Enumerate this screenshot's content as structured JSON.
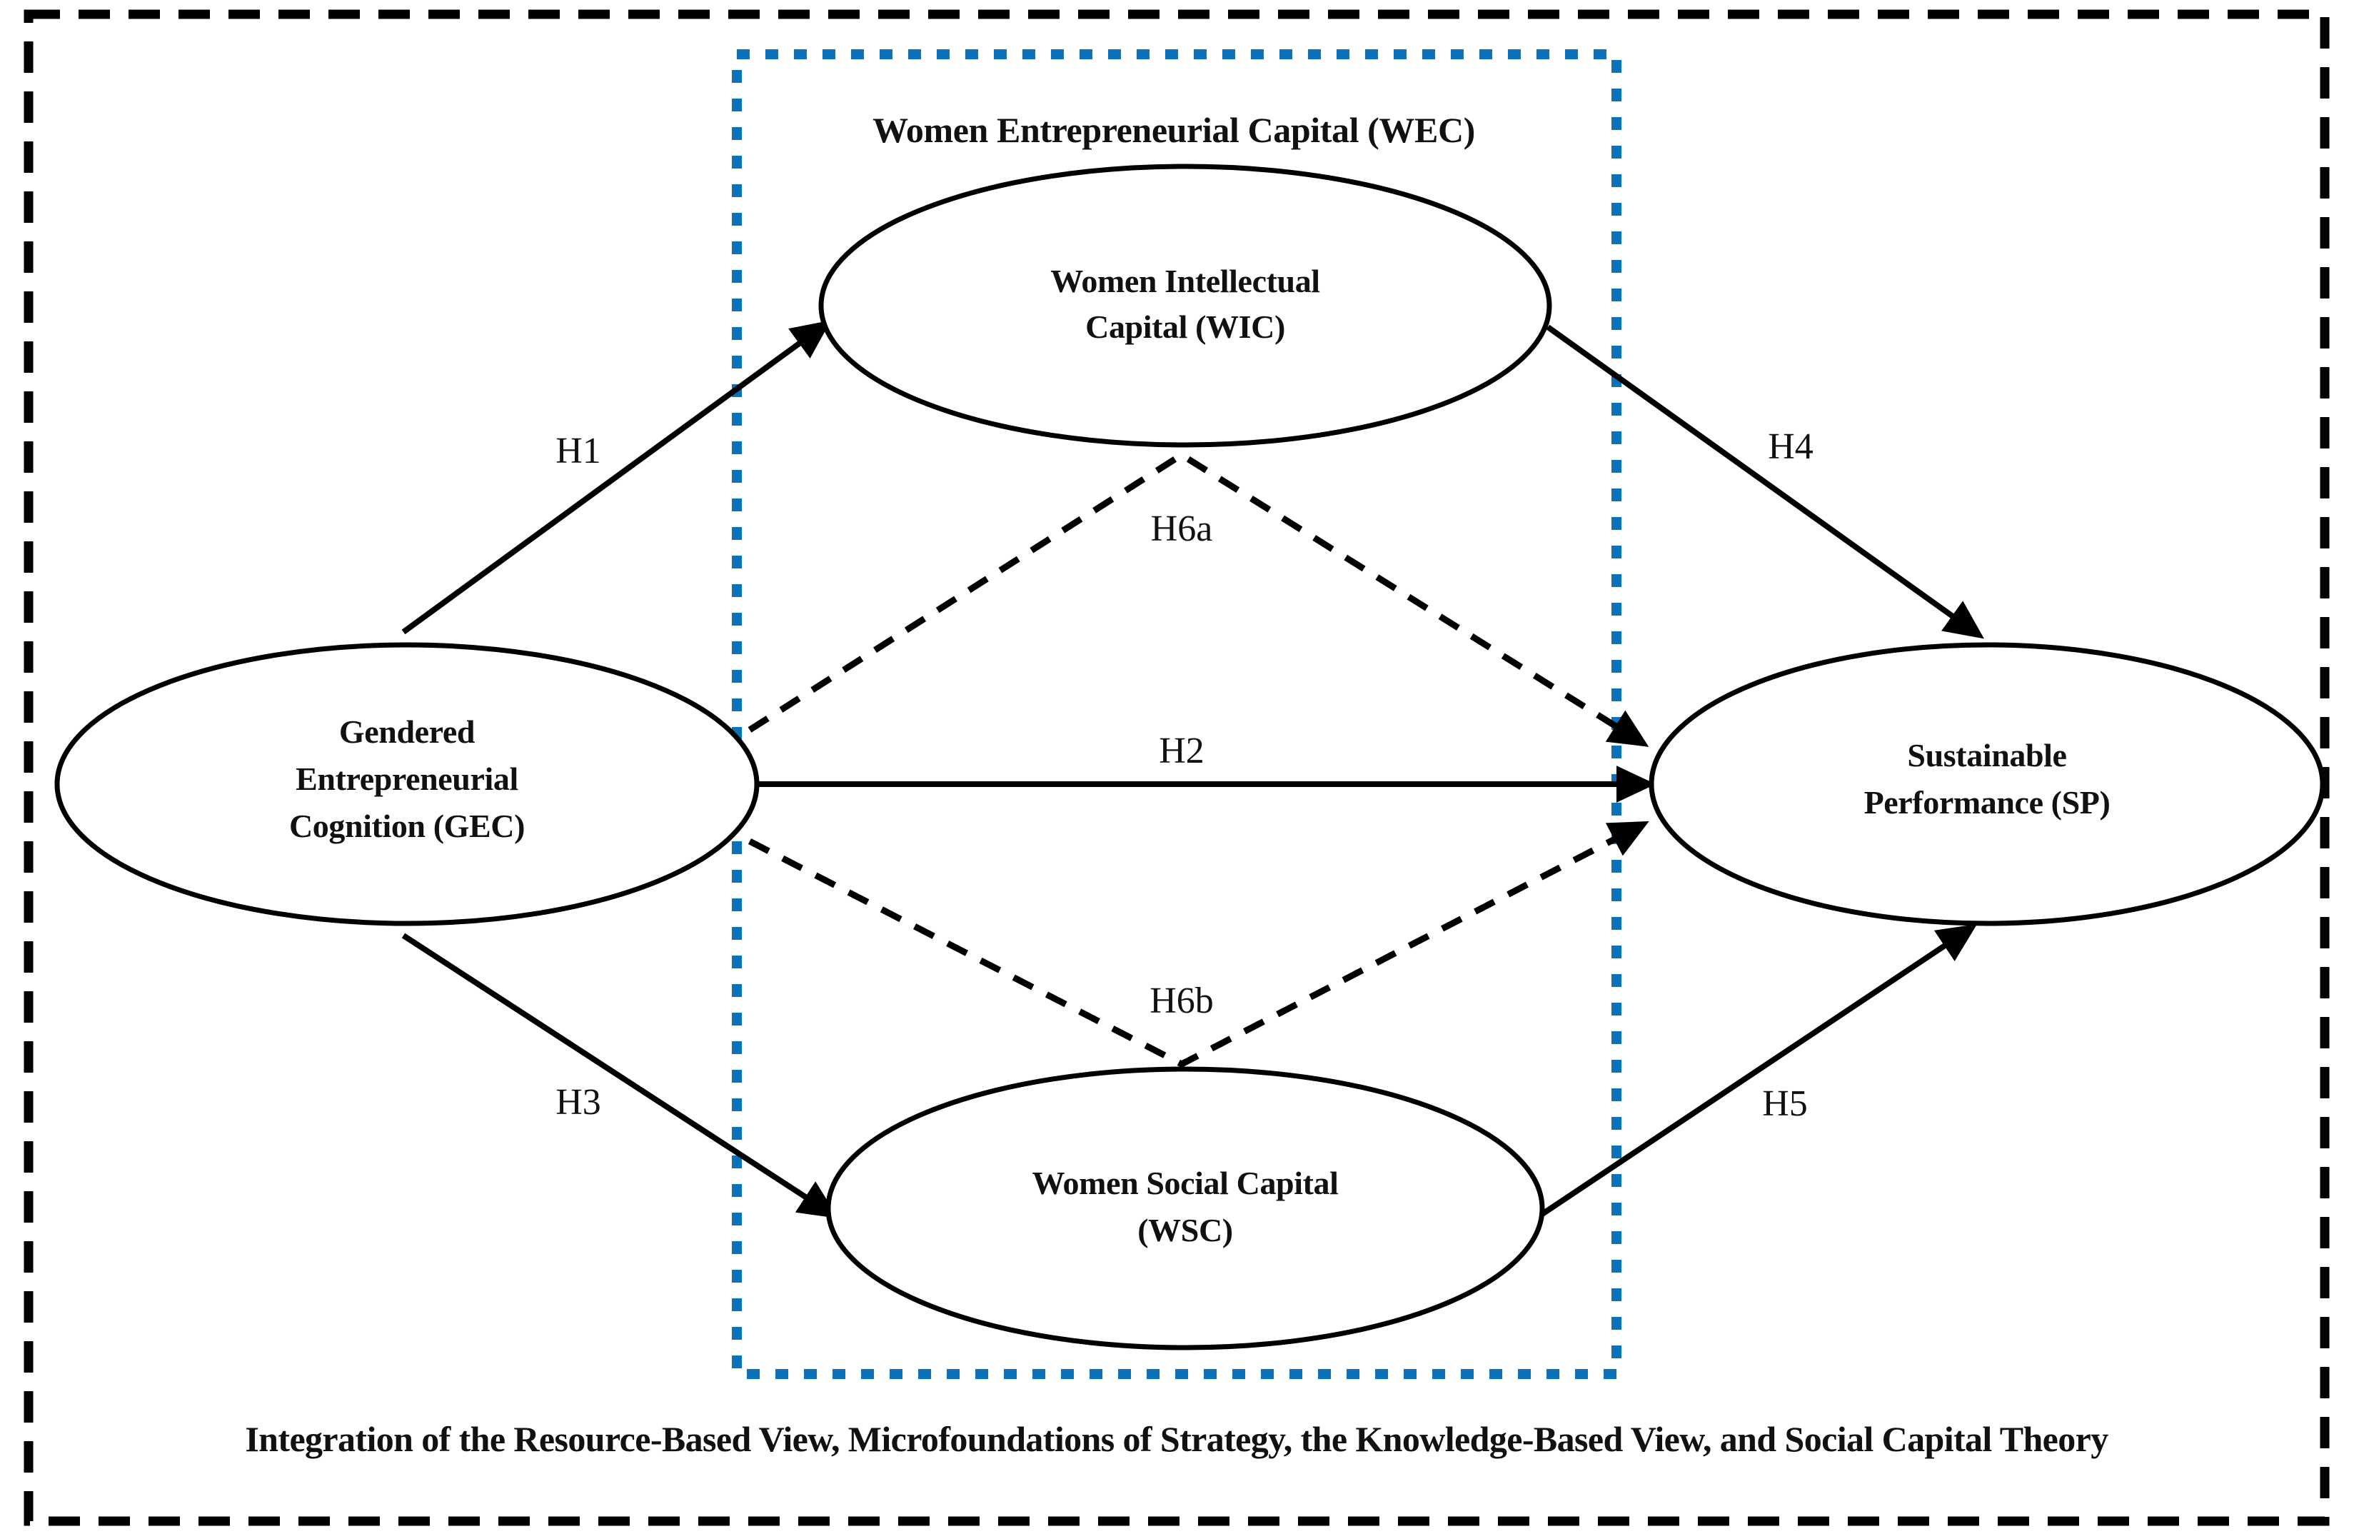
{
  "figure": {
    "type": "conceptual-model-diagram",
    "background_color": "#ffffff",
    "outer_frame_color": "#000000",
    "group_frame_color": "#0b72b9",
    "caption": "Integration of the Resource-Based View, Microfoundations of Strategy, the Knowledge-Based View, and Social Capital Theory",
    "group_box_title": "Women Entrepreneurial Capital (WEC)"
  },
  "nodes": {
    "gec": {
      "id": "GEC",
      "line1": "Gendered",
      "line2": "Entrepreneurial",
      "line3": "Cognition (GEC)",
      "full_label": "Gendered Entrepreneurial Cognition (GEC)"
    },
    "wic": {
      "id": "WIC",
      "line1": "Women Intellectual",
      "line2": "Capital (WIC)",
      "full_label": "Women Intellectual Capital (WIC)"
    },
    "wsc": {
      "id": "WSC",
      "line1": "Women Social Capital",
      "line2": "(WSC)",
      "full_label": "Women Social Capital (WSC)"
    },
    "sp": {
      "id": "SP",
      "line1": "Sustainable",
      "line2": "Performance (SP)",
      "full_label": "Sustainable Performance (SP)"
    }
  },
  "hypotheses": [
    {
      "key": "h1",
      "label": "H1",
      "from": "GEC",
      "to": "WIC",
      "style": "solid"
    },
    {
      "key": "h2",
      "label": "H2",
      "from": "GEC",
      "to": "SP",
      "style": "solid"
    },
    {
      "key": "h3",
      "label": "H3",
      "from": "GEC",
      "to": "WSC",
      "style": "solid"
    },
    {
      "key": "h4",
      "label": "H4",
      "from": "WIC",
      "to": "SP",
      "style": "solid"
    },
    {
      "key": "h5",
      "label": "H5",
      "from": "WSC",
      "to": "SP",
      "style": "solid"
    },
    {
      "key": "h6a",
      "label": "H6a",
      "from": "GEC",
      "to": "SP",
      "style": "dashed",
      "via": "WIC"
    },
    {
      "key": "h6b",
      "label": "H6b",
      "from": "GEC",
      "to": "SP",
      "style": "dashed",
      "via": "WSC"
    }
  ]
}
